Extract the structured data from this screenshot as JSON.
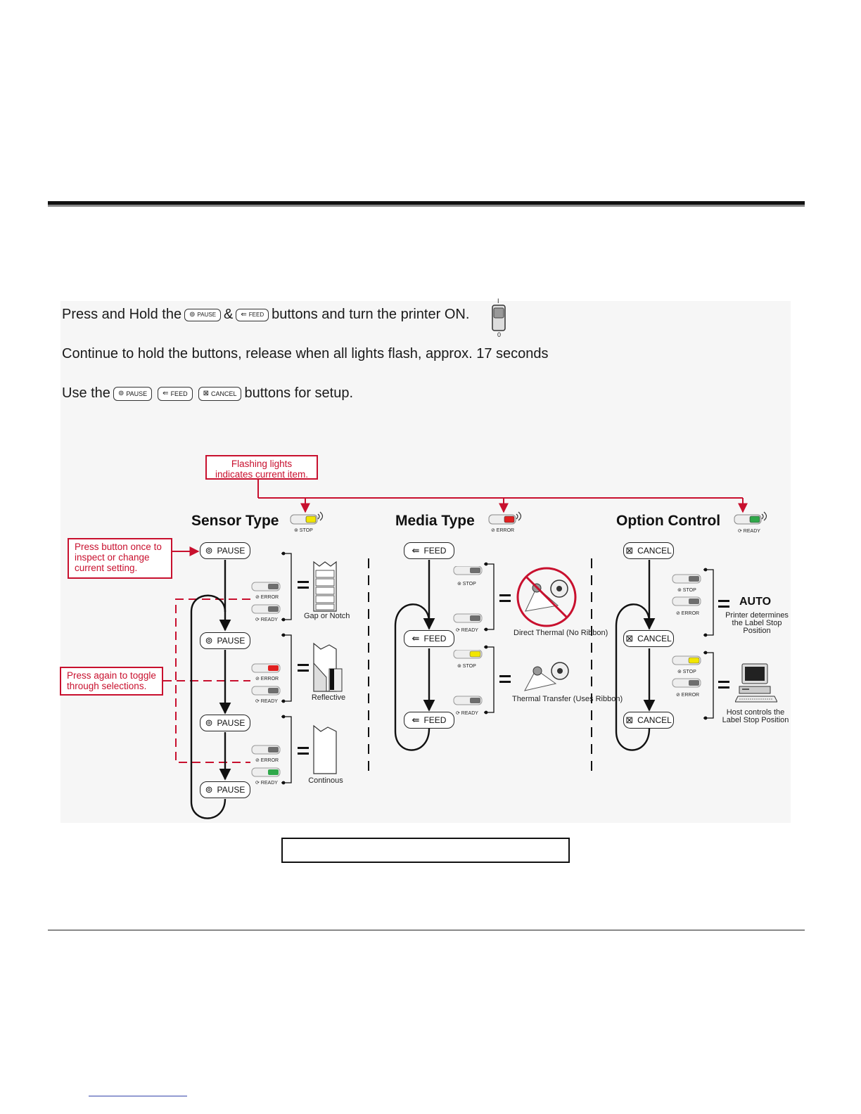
{
  "instructions": {
    "line1_before": "Press and Hold the",
    "line1_amp": "&",
    "line1_after": "buttons and turn the printer ON.",
    "line2": "Continue to hold the buttons, release when all lights flash, approx. 17 seconds",
    "line3_before": "Use the",
    "line3_after": "buttons for setup."
  },
  "buttons": {
    "pause": "PAUSE",
    "feed": "FEED",
    "cancel": "CANCEL"
  },
  "power_switch": {
    "on": "I",
    "off": "0"
  },
  "lights": {
    "stop": "STOP",
    "error": "ERROR",
    "ready": "READY"
  },
  "callouts": {
    "flashing": "Flashing lights indicates current item.",
    "press_once": "Press button once to inspect or change current setting.",
    "press_again": "Press again to toggle through selections."
  },
  "sections": {
    "sensor": {
      "title": "Sensor Type",
      "options": [
        "Gap or Notch",
        "Reflective",
        "Continous"
      ]
    },
    "media": {
      "title": "Media Type",
      "options": [
        "Direct Thermal (No Ribbon)",
        "Thermal Transfer (Uses Ribbon)"
      ]
    },
    "option": {
      "title": "Option Control",
      "auto_label": "AUTO",
      "auto_desc": "Printer determines the Label Stop Position",
      "host_desc": "Host controls the Label Stop Position"
    }
  },
  "colors": {
    "callout_red": "#c8102e",
    "led_yellow": "#f2e600",
    "led_red": "#e02020",
    "led_green": "#2fa84a",
    "led_off": "#6e6e6e"
  }
}
